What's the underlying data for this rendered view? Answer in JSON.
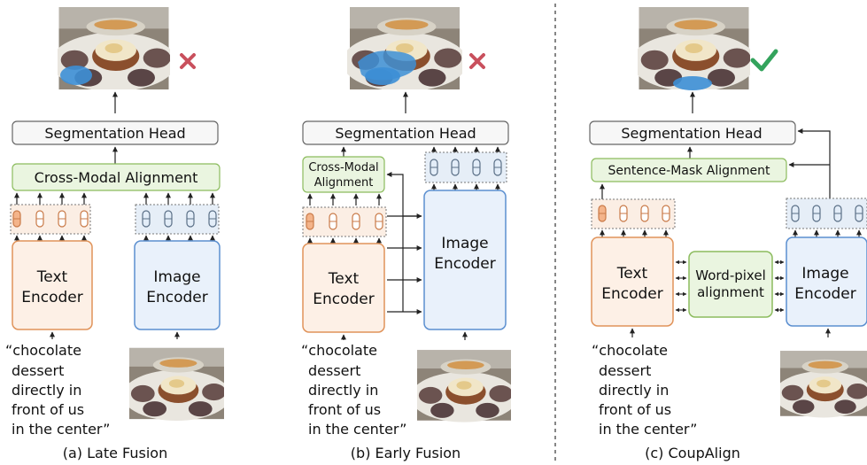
{
  "panels": [
    {
      "caption": "(a) Late Fusion",
      "seg_head": "Segmentation Head",
      "alignment": [
        "Cross-Modal Alignment"
      ],
      "text_encoder": [
        "Text",
        "Encoder"
      ],
      "image_encoder": [
        "Image",
        "Encoder"
      ],
      "query": [
        "“chocolate",
        "dessert",
        "directly in",
        "front of us",
        "in the center”"
      ],
      "result_mark": "cross-icon"
    },
    {
      "caption": "(b) Early Fusion",
      "seg_head": "Segmentation Head",
      "alignment": [
        "Cross-Modal",
        "Alignment"
      ],
      "text_encoder": [
        "Text",
        "Encoder"
      ],
      "image_encoder": [
        "Image",
        "Encoder"
      ],
      "query": [
        "“chocolate",
        "dessert",
        "directly in",
        "front of us",
        "in the center”"
      ],
      "result_mark": "cross-icon"
    },
    {
      "caption": "(c) CoupAlign",
      "seg_head": "Segmentation Head",
      "alignment": [
        "Sentence-Mask Alignment"
      ],
      "word_pixel": [
        "Word-pixel",
        "alignment"
      ],
      "text_encoder": [
        "Text",
        "Encoder"
      ],
      "image_encoder": [
        "Image",
        "Encoder"
      ],
      "query": [
        "“chocolate",
        "dessert",
        "directly in",
        "front of us",
        "in the center”"
      ],
      "result_mark": "check-icon"
    }
  ],
  "colors": {
    "text_encoder_fill": "#fdf0e6",
    "text_encoder_stroke": "#e0935a",
    "image_encoder_fill": "#e9f1fb",
    "image_encoder_stroke": "#5b8fd0",
    "alignment_fill": "#eaf5e0",
    "alignment_stroke": "#8cbc5e",
    "seg_head_fill": "#f7f7f7",
    "seg_head_stroke": "#666666",
    "cross": "#c9505d",
    "check": "#33a35c",
    "text_token": "#f4b48a",
    "image_token": "#d8e6f5",
    "mask_blue": "#3d8fd6"
  }
}
